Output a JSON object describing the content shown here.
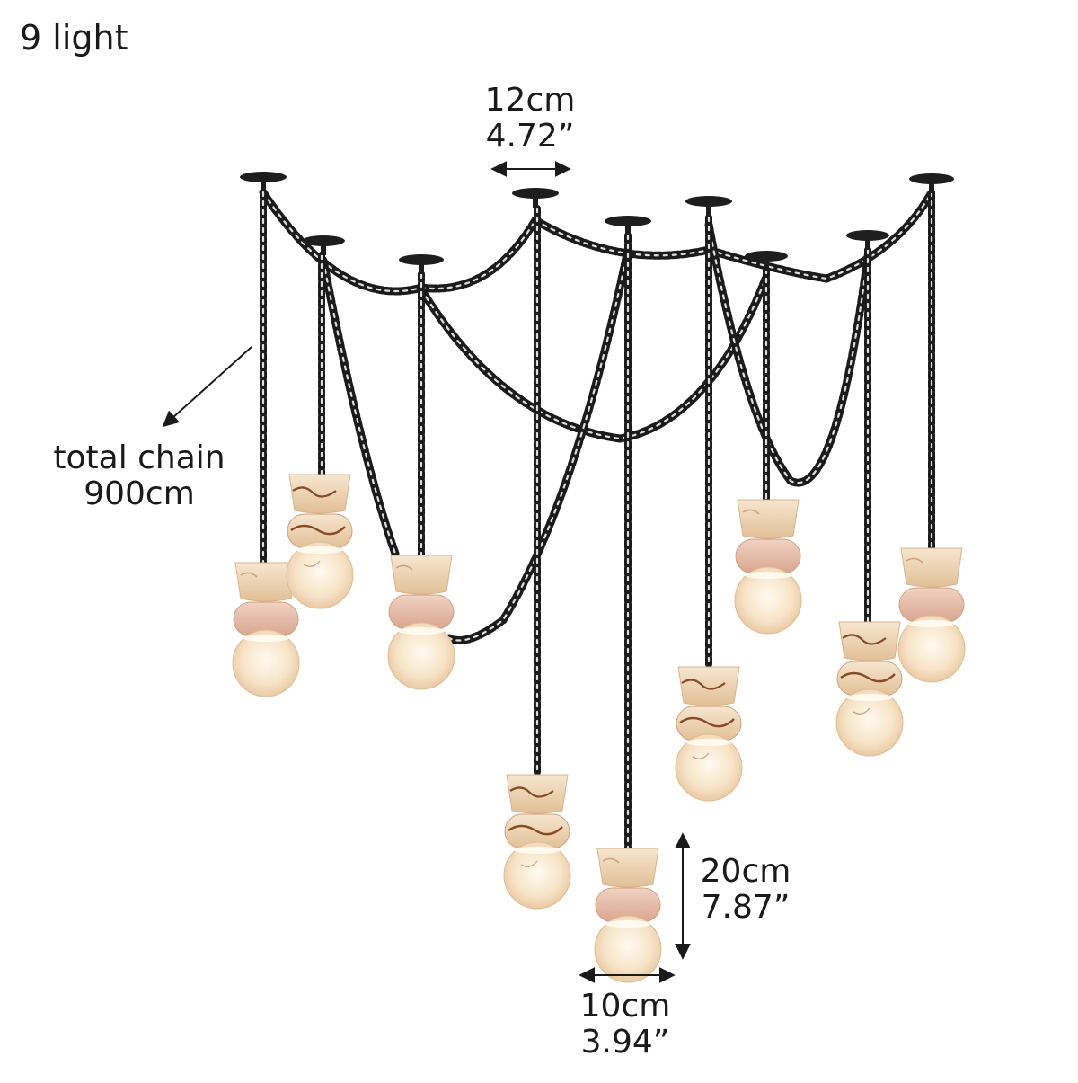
{
  "title": "9 light",
  "dimensions": {
    "canopy_spacing": {
      "metric": "12cm",
      "imperial": "4.72”"
    },
    "chain": {
      "line1": "total chain",
      "line2": "900cm"
    },
    "shade_height": {
      "metric": "20cm",
      "imperial": "7.87”"
    },
    "shade_width": {
      "metric": "10cm",
      "imperial": "3.94”"
    }
  },
  "colors": {
    "chain": "#1b1b1b",
    "canopy": "#1e1e1e",
    "alabaster_light": "#fbf1e2",
    "alabaster_warm": "#e9c9a3",
    "alabaster_rose": "#e4b7a6",
    "vein": "#8a4a28",
    "text": "#1a1a1a"
  },
  "icons": [
    "dimension-arrow-icon",
    "ceiling-canopy-icon",
    "pendant-shade-icon"
  ]
}
